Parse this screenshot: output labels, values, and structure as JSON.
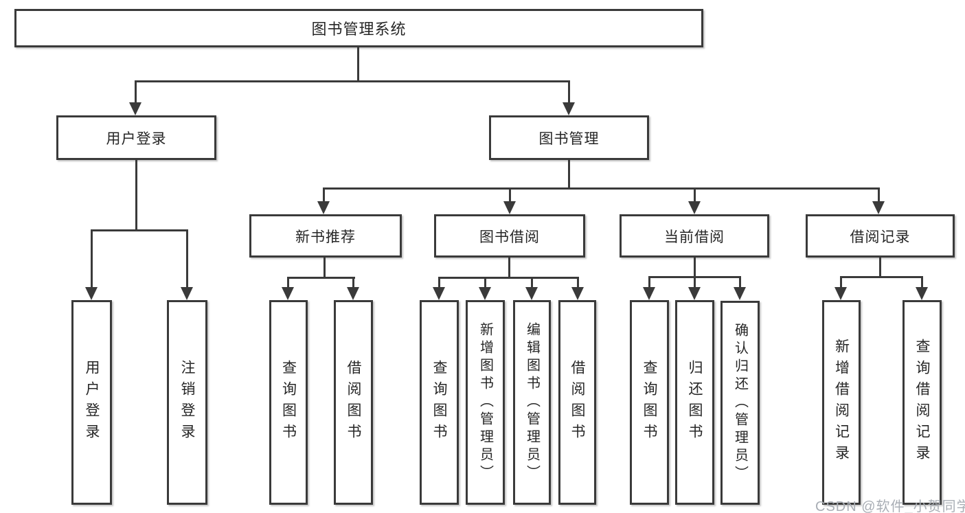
{
  "colors": {
    "line": "#3a3a3a",
    "text": "#262626",
    "watermark": "#a9aeb5"
  },
  "watermark": {
    "text": "CSDN @软件_小贺同学"
  },
  "tree": {
    "root": {
      "label": "图书管理系统"
    },
    "children": [
      {
        "label": "用户登录",
        "children": [
          {
            "label": "用户登录"
          },
          {
            "label": "注销登录"
          }
        ]
      },
      {
        "label": "图书管理",
        "children": [
          {
            "label": "新书推荐",
            "children": [
              {
                "label": "查询图书"
              },
              {
                "label": "借阅图书"
              }
            ]
          },
          {
            "label": "图书借阅",
            "children": [
              {
                "label": "查询图书"
              },
              {
                "label": "新增图书（管理员）"
              },
              {
                "label": "编辑图书（管理员）"
              },
              {
                "label": "借阅图书"
              }
            ]
          },
          {
            "label": "当前借阅",
            "children": [
              {
                "label": "查询图书"
              },
              {
                "label": "归还图书"
              },
              {
                "label": "确认归还（管理员）"
              }
            ]
          },
          {
            "label": "借阅记录",
            "children": [
              {
                "label": "新增借阅记录"
              },
              {
                "label": "查询借阅记录"
              }
            ]
          }
        ]
      }
    ]
  }
}
